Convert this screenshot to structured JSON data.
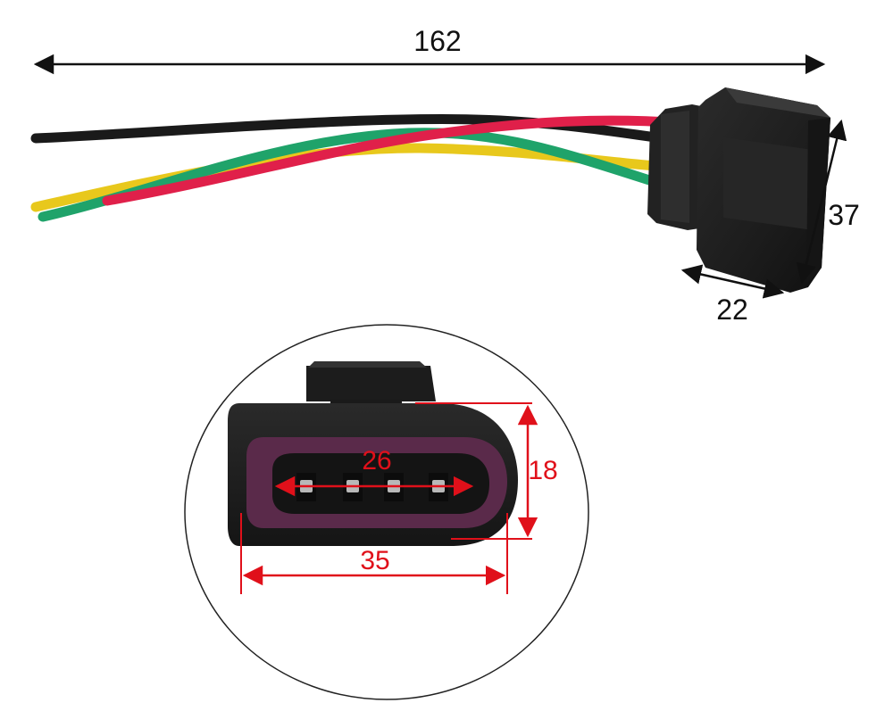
{
  "dimensions": {
    "overall_length": {
      "value": "162"
    },
    "connector_height": {
      "value": "37"
    },
    "connector_depth": {
      "value": "22"
    },
    "face_height": {
      "value": "18"
    },
    "face_width": {
      "value": "35"
    },
    "pin_span": {
      "value": "26"
    }
  },
  "colors": {
    "background": "#ffffff",
    "dimension_black": "#111111",
    "dimension_red": "#e0101a",
    "connector_body": "#1f1f1f",
    "connector_highlight": "#3a3a3a",
    "seal_purple": "#5a2a4a",
    "wire_black": "#1a1a1a",
    "wire_green": "#1fa36a",
    "wire_red": "#e0204a",
    "wire_yellow": "#e8c81c",
    "pin_metal": "#b8b8b8"
  }
}
